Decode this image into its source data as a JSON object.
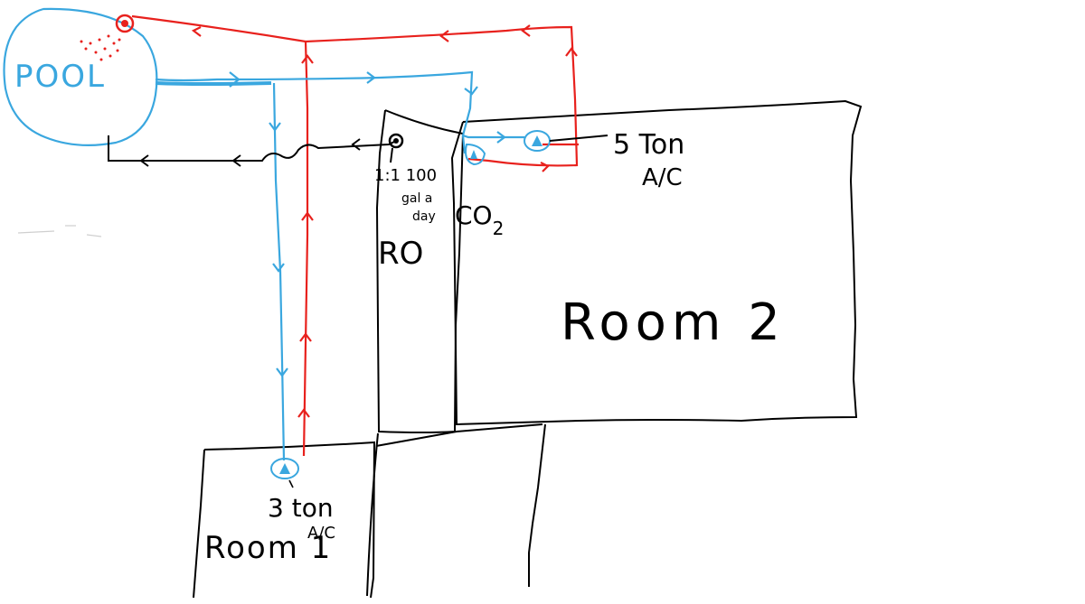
{
  "colors": {
    "cold_line": "#3aa7df",
    "hot_line": "#e8211d",
    "drain_line": "#000000",
    "walls": "#000000",
    "pool_outline": "#3aa7df",
    "pool_text": "#3aa7df",
    "heater": "#e8211d"
  },
  "labels": {
    "pool": "POOL",
    "ac_5ton_line1": "5 Ton",
    "ac_5ton_line2": "A/C",
    "ro_rate_line1": "1:1 100",
    "ro_rate_line2": "gal a",
    "ro_rate_line3": "day",
    "co2": "CO",
    "co2_sub": "2",
    "ro": "RO",
    "room2": "Room 2",
    "ac_3ton_line1": "3 ton",
    "ac_3ton_line2": "A/C",
    "room1": "Room 1"
  },
  "icons": {
    "pool_heater": "heater-spray-icon",
    "ro_unit": "ro-valve-icon",
    "ac_unit": "ac-unit-icon",
    "co2_unit": "co2-unit-icon"
  }
}
